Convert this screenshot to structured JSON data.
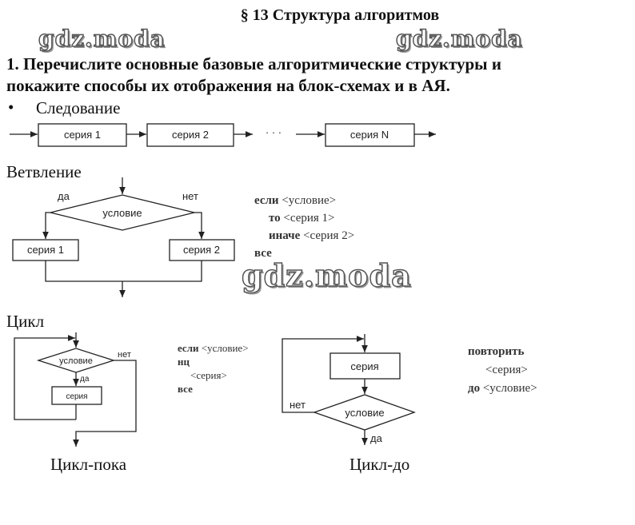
{
  "header": {
    "title": "§ 13 Структура алгоритмов"
  },
  "watermarks": [
    "gdz.moda",
    "gdz.moda",
    "gdz.moda"
  ],
  "question": {
    "line1": "1.   Перечислите основные базовые алгоритмические структуры и",
    "line2": "покажите способы их отображения на блок-схемах и в АЯ."
  },
  "sequence": {
    "bullet": "•",
    "heading": "Следование",
    "boxes": [
      "серия 1",
      "серия 2",
      "серия N"
    ],
    "dots": "· · ·"
  },
  "branch": {
    "heading": "Ветвление",
    "condition": "условие",
    "yes": "да",
    "no": "нет",
    "box1": "серия 1",
    "box2": "серия 2",
    "code": [
      {
        "kw": "если",
        "rest": " <условие>"
      },
      {
        "kw": "то",
        "rest": " <серия 1>"
      },
      {
        "kw": "иначе",
        "rest": " <серия 2>"
      },
      {
        "kw": "все",
        "rest": ""
      }
    ]
  },
  "loop": {
    "heading": "Цикл",
    "while": {
      "caption": "Цикл-пока",
      "condition": "условие",
      "yes": "да",
      "no": "нет",
      "body": "серия",
      "code": [
        {
          "kw": "если",
          "rest": " <условие>"
        },
        {
          "kw": "нц",
          "rest": ""
        },
        {
          "kw": "",
          "rest": "<серия>"
        },
        {
          "kw": "все",
          "rest": ""
        }
      ]
    },
    "until": {
      "caption": "Цикл-до",
      "condition": "условие",
      "yes": "да",
      "no": "нет",
      "body": "серия",
      "code": [
        {
          "kw": "повторить",
          "rest": ""
        },
        {
          "kw": "",
          "rest": "<серия>"
        },
        {
          "kw": "до",
          "rest": " <условие>"
        }
      ]
    }
  }
}
